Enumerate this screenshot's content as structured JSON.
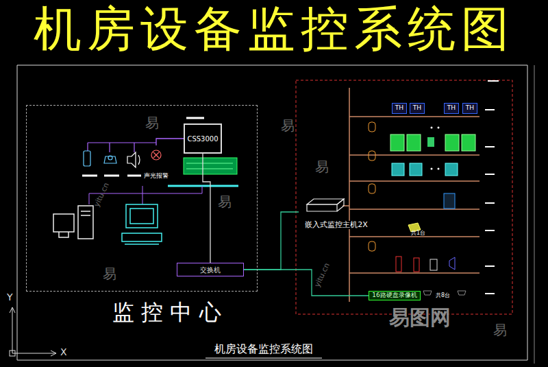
{
  "diagram": {
    "title": "机房设备监控系统图",
    "caption": "机房设备监控系统图",
    "nodes": [
      {
        "text": [
          "监 控 中 心"
        ]
      },
      {
        "text": [
          "CSS3000"
        ],
        "in": 0
      },
      {
        "text": [
          "声光报警"
        ],
        "in": 0
      },
      {
        "text": [
          "交换机"
        ],
        "in": 0
      },
      {
        "text": [
          "嵌入式监控主机2X"
        ]
      },
      {
        "text": [
          "TH"
        ]
      },
      {
        "text": [
          "TH"
        ]
      },
      {
        "text": [
          "TH"
        ]
      },
      {
        "text": [
          "TH"
        ]
      },
      {
        "text": [
          "16路硬盘录像机"
        ]
      }
    ],
    "edges": [
      {
        "from": 2,
        "to": 1,
        "arrow": "none"
      },
      {
        "from": 1,
        "to": 3,
        "arrow": "none"
      },
      {
        "from": 3,
        "to": 4,
        "arrow": "none"
      },
      {
        "from": 3,
        "to": 9,
        "arrow": "none"
      }
    ],
    "labels": [
      "共1台",
      "共8台",
      "Y",
      "X",
      "易",
      "易",
      "易",
      "易",
      "易",
      "易",
      "yitu.cn",
      "yitu.cn",
      "易图网"
    ]
  }
}
